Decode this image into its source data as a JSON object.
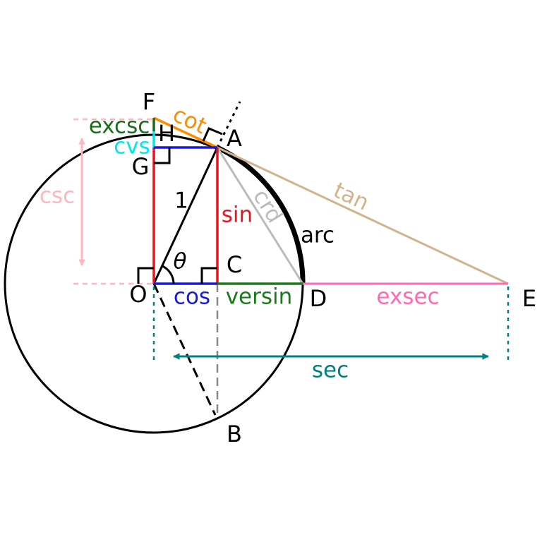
{
  "points": {
    "F": "F",
    "H": "H",
    "A": "A",
    "G": "G",
    "O": "O",
    "C": "C",
    "D": "D",
    "E": "E",
    "B": "B"
  },
  "segments": {
    "excsc": "excsc",
    "cot": "cot",
    "cvs": "cvs",
    "csc": "csc",
    "tan": "tan",
    "crd": "crd",
    "one": "1",
    "sin": "sin",
    "arc": "arc",
    "theta": "θ",
    "cos": "cos",
    "versin": "versin",
    "exsec": "exsec",
    "sec": "sec"
  },
  "colors": {
    "black": "#000000",
    "sin_red": "#e8141e",
    "cos_blue": "#1a1ad4",
    "versin_green": "#1a7a1a",
    "excsc_green": "#1a6b1a",
    "cot_orange": "#ff8c00",
    "cvs_cyan": "#00e5ee",
    "csc_pink": "#ffb6c1",
    "tan_tan": "#d2b48c",
    "crd_gray": "#bbbbbb",
    "exsec_pink": "#ff69b4",
    "sec_teal": "#008080"
  }
}
